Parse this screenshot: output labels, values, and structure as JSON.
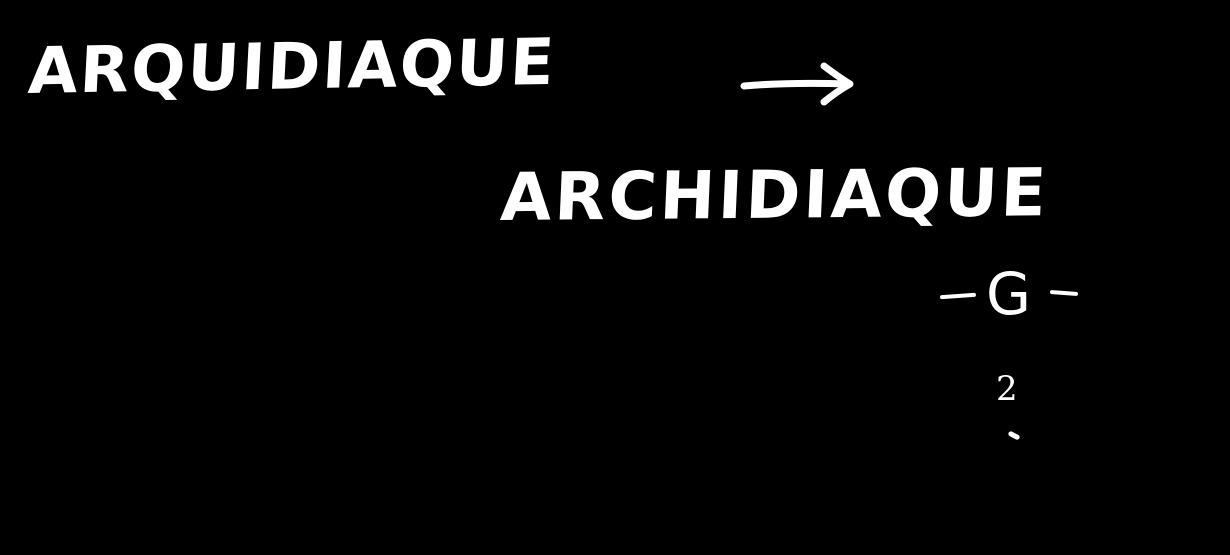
{
  "background_color": "#000000",
  "ink_color": "#ffffff",
  "lines": {
    "first_word": "ARQUIDIAQUE",
    "arrow_icon": "right-arrow-icon",
    "second_word": "ARCHIDIAQUE",
    "mark_letter": "G",
    "mark_number": "2"
  }
}
